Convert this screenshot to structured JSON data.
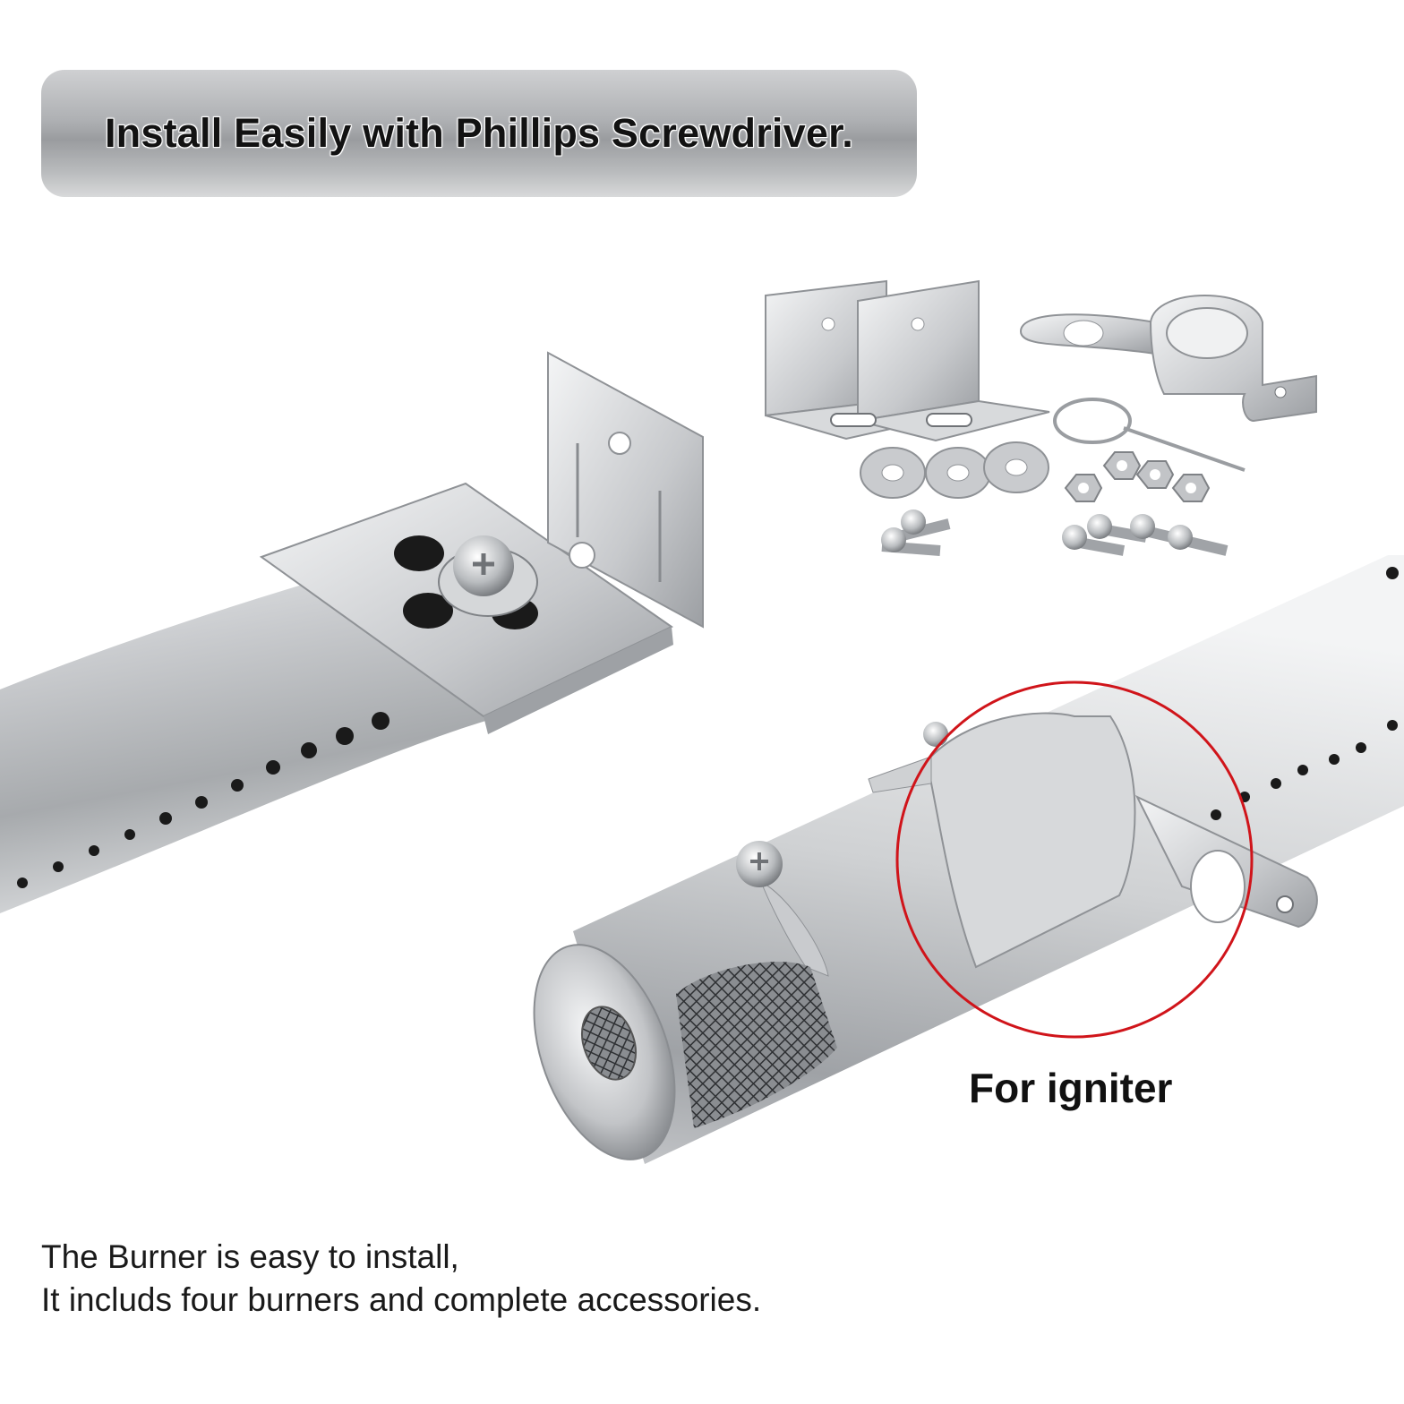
{
  "banner": {
    "title": "Install Easily with Phillips Screwdriver."
  },
  "callout": {
    "label": "For igniter"
  },
  "caption": {
    "line1": "The Burner is easy to install,",
    "line2": "It includs four burners and complete accessories."
  },
  "colors": {
    "steel_light": "#e6e7e9",
    "steel_mid": "#b8babd",
    "steel_dark": "#7d8083",
    "highlight_circle": "#d0141a",
    "text": "#121212"
  }
}
